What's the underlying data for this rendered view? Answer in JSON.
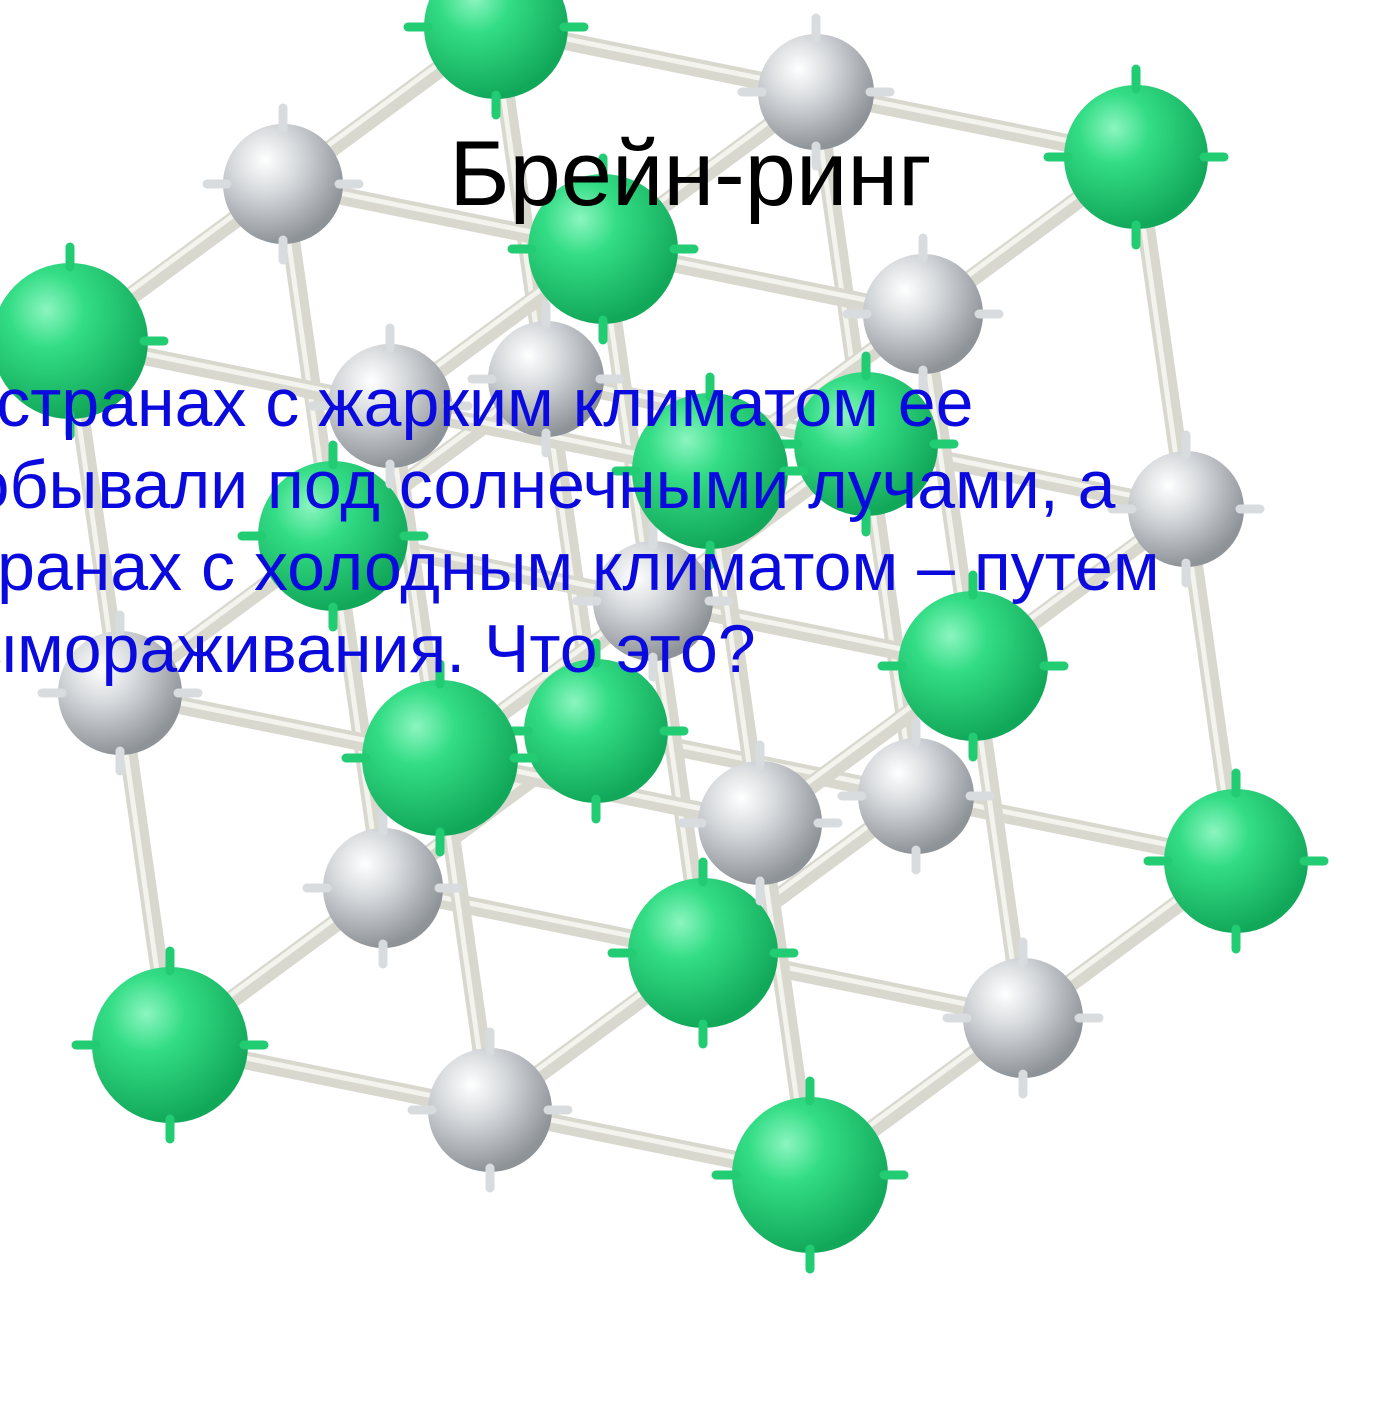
{
  "slide": {
    "title": "Брейн-ринг",
    "question_lines": [
      "В странах с жарким климатом ее",
      "добывали под солнечными лучами, а",
      "странах с холодным климатом – путем",
      "вымораживания. Что это?"
    ]
  },
  "colors": {
    "background": "#ffffff",
    "title": "#000000",
    "question_text": "#0a0adf",
    "sodium_ball": "#22cc72",
    "chlorine_ball": "#c8ccd0",
    "rod": "#d8d8cf"
  },
  "image": {
    "depiction": "crystal-lattice-model"
  }
}
